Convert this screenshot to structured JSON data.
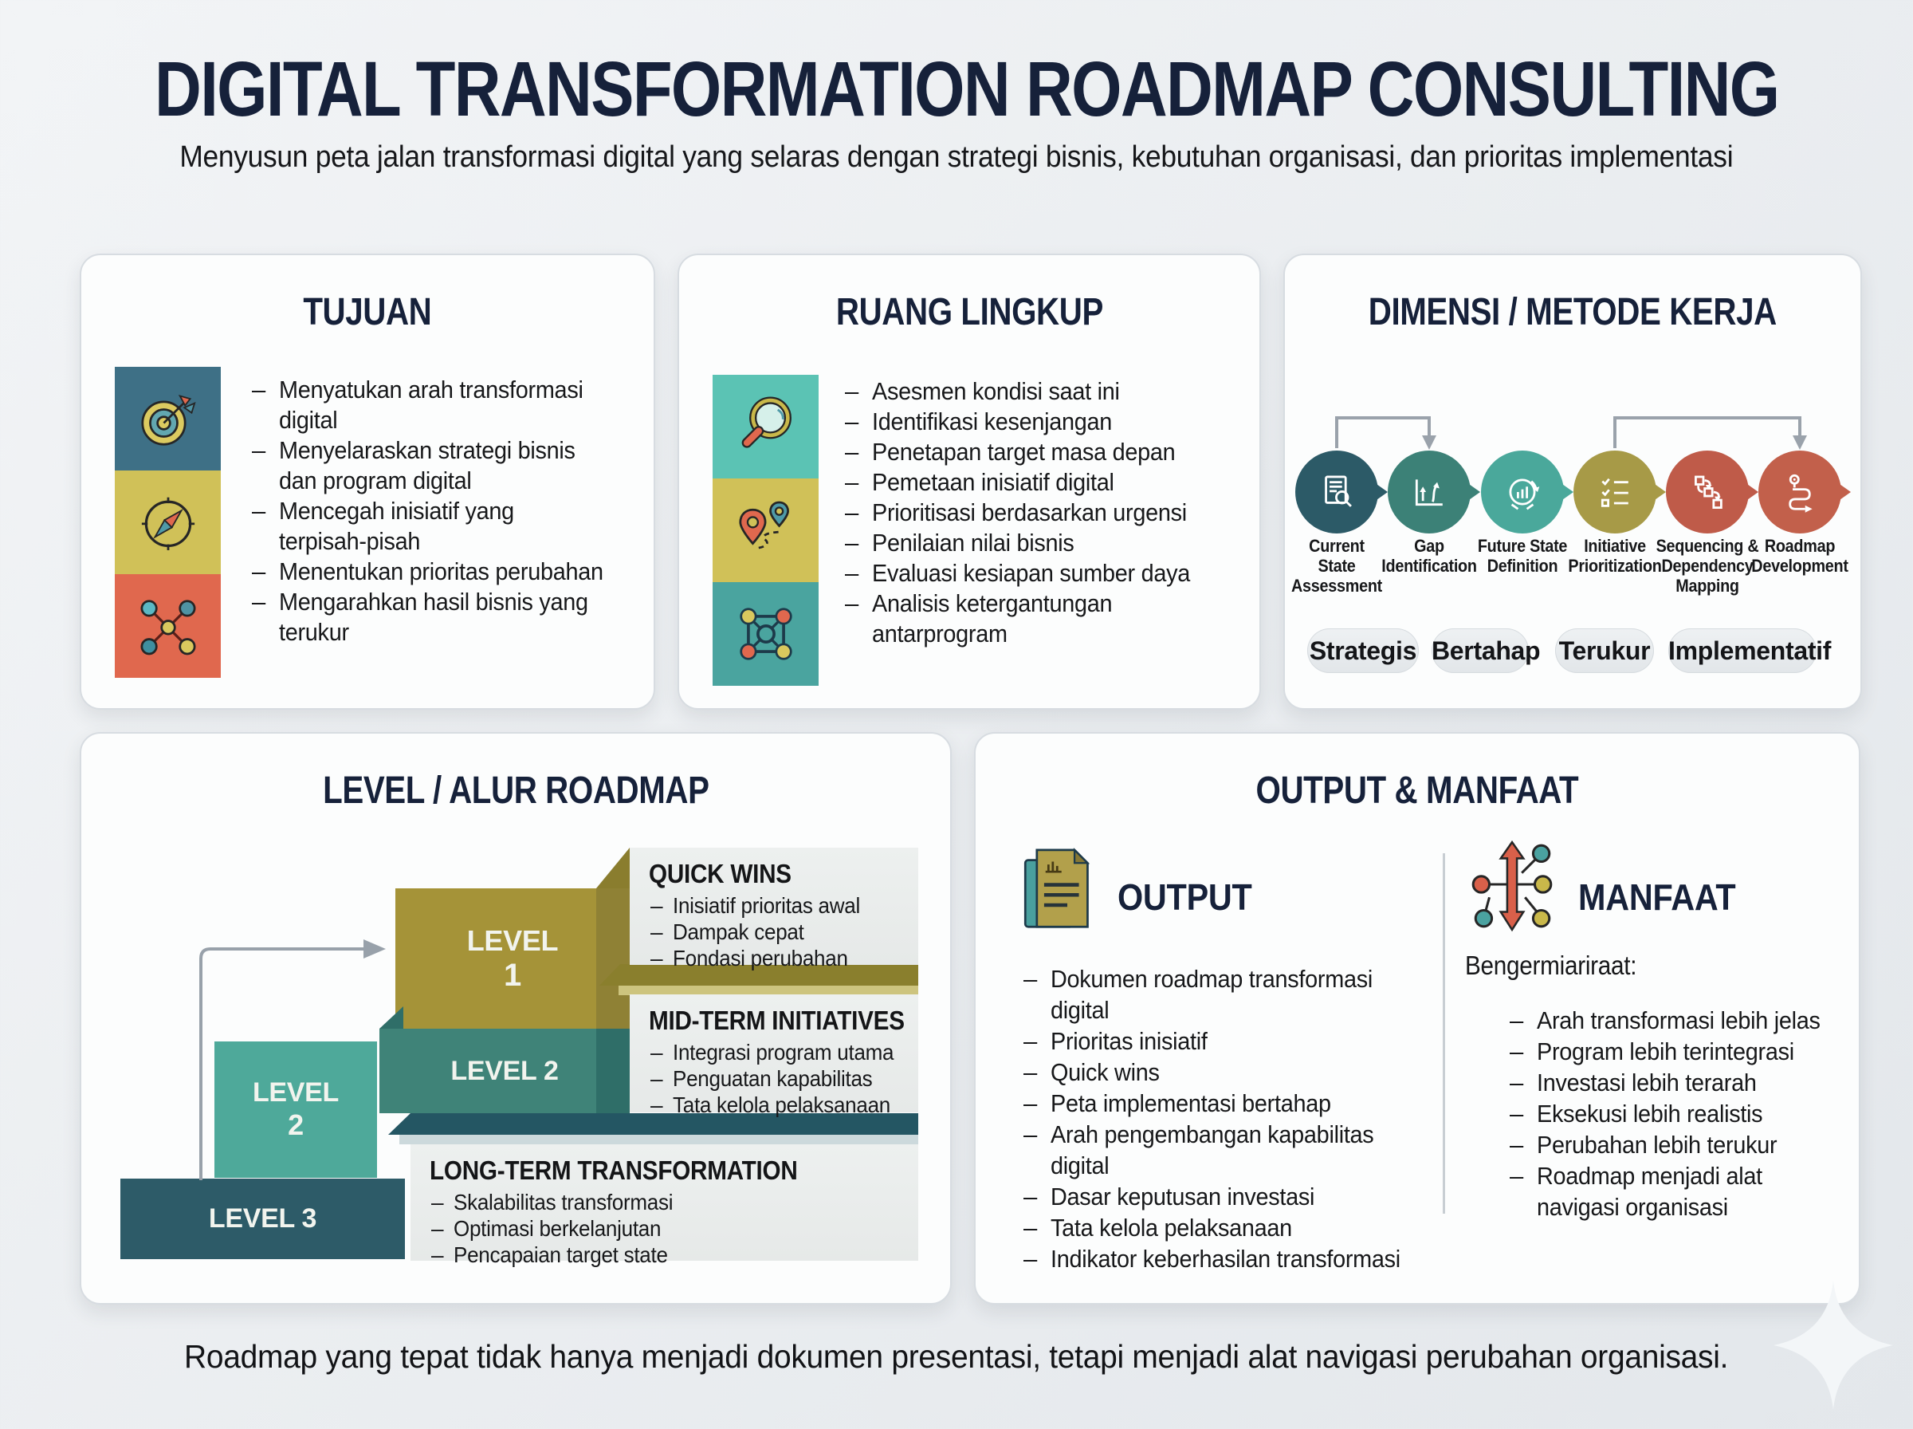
{
  "page": {
    "title": "DIGITAL TRANSFORMATION ROADMAP CONSULTING",
    "subtitle": "Menyusun peta jalan transformasi digital yang selaras dengan strategi bisnis, kebutuhan organisasi, dan prioritas implementasi",
    "footer": "Roadmap yang tepat tidak hanya menjadi dokumen presentasi, tetapi menjadi alat navigasi perubahan organisasi.",
    "colors": {
      "navy": "#16213a",
      "ink": "#17181a",
      "page_bg": "#eaedf0",
      "card_bg": "#fcfdfd",
      "panel_bg": "#e9eceb",
      "pill_bg": "#e7eaed",
      "arrow_gray": "#98a1aa"
    }
  },
  "tujuan": {
    "title": "TUJUAN",
    "tiles": [
      {
        "icon": "target-icon",
        "color": "#3e7086"
      },
      {
        "icon": "compass-icon",
        "color": "#d0c158"
      },
      {
        "icon": "network-x-icon",
        "color": "#e0684e"
      }
    ],
    "bullets": [
      {
        "t": "Menyatukan arah transformasi"
      },
      {
        "t": "digital",
        "c": 1
      },
      {
        "t": "Menyelaraskan strategi bisnis"
      },
      {
        "t": "dan program digital",
        "c": 1
      },
      {
        "t": "Mencegah inisiatif yang"
      },
      {
        "t": "terpisah-pisah",
        "c": 1
      },
      {
        "t": "Menentukan prioritas perubahan"
      },
      {
        "t": "Mengarahkan hasil bisnis yang"
      },
      {
        "t": "terukur",
        "c": 1
      }
    ]
  },
  "ruang_lingkup": {
    "title": "RUANG LINGKUP",
    "tiles": [
      {
        "icon": "magnifier-icon",
        "color": "#5bc3b4"
      },
      {
        "icon": "map-pins-icon",
        "color": "#d0c158"
      },
      {
        "icon": "cube-network-icon",
        "color": "#4aa49f"
      }
    ],
    "bullets": [
      {
        "t": "Asesmen kondisi saat ini"
      },
      {
        "t": "Identifikasi kesenjangan"
      },
      {
        "t": "Penetapan target masa depan"
      },
      {
        "t": "Pemetaan inisiatif digital"
      },
      {
        "t": "Prioritisasi berdasarkan urgensi"
      },
      {
        "t": "Penilaian nilai bisnis"
      },
      {
        "t": "Evaluasi kesiapan sumber daya"
      },
      {
        "t": "Analisis ketergantungan"
      },
      {
        "t": "antarprogram",
        "c": 1
      }
    ]
  },
  "dimensi": {
    "title": "DIMENSI / METODE KERJA",
    "steps": [
      {
        "color": "#2c5a67",
        "lines": [
          "Current",
          "State",
          "Assessment"
        ]
      },
      {
        "color": "#3c8177",
        "lines": [
          "Gap",
          "Identification"
        ]
      },
      {
        "color": "#4aa89b",
        "lines": [
          "Future State",
          "Definition"
        ]
      },
      {
        "color": "#a79a47",
        "lines": [
          "Initiative",
          "Prioritization"
        ]
      },
      {
        "color": "#bf5b49",
        "lines": [
          "Sequencing &",
          "Dependency",
          "Mapping"
        ]
      },
      {
        "color": "#c2604b",
        "lines": [
          "Roadmap",
          "Development"
        ]
      }
    ],
    "tags": [
      "Strategis",
      "Bertahap",
      "Terukur",
      "Implementatif"
    ]
  },
  "level": {
    "title": "LEVEL / ALUR ROADMAP",
    "blocks": {
      "l1": {
        "word": "LEVEL",
        "num": "1",
        "color": "#a59338"
      },
      "l2_wide": {
        "label": "LEVEL 2",
        "color": "#3f8378"
      },
      "l2_small": {
        "word": "LEVEL",
        "num": "2",
        "color": "#4ea99a"
      },
      "l3": {
        "label": "LEVEL 3",
        "color": "#2d5b68"
      }
    },
    "panels": [
      {
        "heading": "QUICK WINS",
        "bullets": [
          {
            "t": "Inisiatif prioritas awal"
          },
          {
            "t": "Dampak cepat"
          },
          {
            "t": "Fondasi perubahan"
          }
        ]
      },
      {
        "heading": "MID-TERM INITIATIVES",
        "bullets": [
          {
            "t": "Integrasi program utama"
          },
          {
            "t": "Penguatan kapabilitas"
          },
          {
            "t": "Tata kelola pelaksanaan"
          }
        ]
      },
      {
        "heading": "LONG-TERM TRANSFORMATION",
        "bullets": [
          {
            "t": "Skalabilitas transformasi"
          },
          {
            "t": "Optimasi berkelanjutan"
          },
          {
            "t": "Pencapaian target state"
          }
        ]
      }
    ]
  },
  "output_manfaat": {
    "title": "OUTPUT & MANFAAT",
    "output": {
      "heading": "OUTPUT",
      "bullets": [
        {
          "t": "Dokumen roadmap transformasi"
        },
        {
          "t": "digital",
          "c": 1
        },
        {
          "t": "Prioritas inisiatif"
        },
        {
          "t": "Quick wins"
        },
        {
          "t": "Peta implementasi bertahap"
        },
        {
          "t": "Arah pengembangan kapabilitas"
        },
        {
          "t": "digital",
          "c": 1
        },
        {
          "t": "Dasar keputusan investasi"
        },
        {
          "t": "Tata kelola pelaksanaan"
        },
        {
          "t": "Indikator keberhasilan transformasi"
        }
      ]
    },
    "manfaat": {
      "heading": "MANFAAT",
      "intro": "Bengermiariraat:",
      "bullets": [
        {
          "t": "Arah transformasi lebih jelas"
        },
        {
          "t": "Program lebih terintegrasi"
        },
        {
          "t": "Investasi lebih terarah"
        },
        {
          "t": "Eksekusi lebih realistis"
        },
        {
          "t": "Perubahan lebih terukur"
        },
        {
          "t": "Roadmap menjadi alat"
        },
        {
          "t": "navigasi organisasi",
          "c": 1
        }
      ]
    }
  }
}
